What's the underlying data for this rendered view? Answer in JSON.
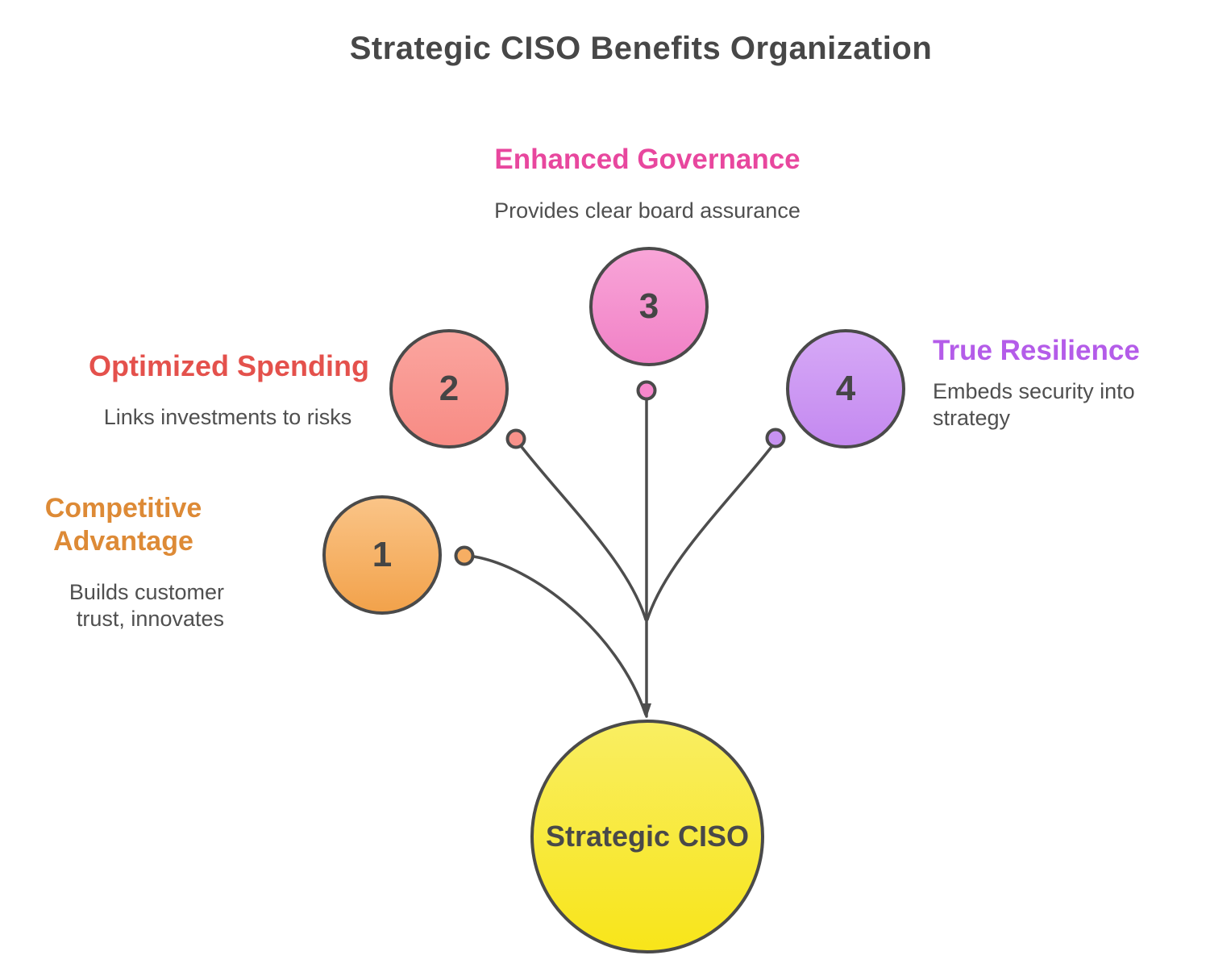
{
  "title": "Strategic CISO Benefits Organization",
  "center_node": {
    "label": "Strategic CISO",
    "fill_top": "#f9ee62",
    "fill_bottom": "#f8e51a"
  },
  "nodes": [
    {
      "number": "1",
      "heading": "Competitive Advantage",
      "description": "Builds customer trust, innovates",
      "accent": "#dd8a36",
      "fill_top": "#fac487",
      "fill_bottom": "#f2a24b",
      "dot_color": "#f6ae63"
    },
    {
      "number": "2",
      "heading": "Optimized Spending",
      "description": "Links investments to risks",
      "accent": "#e4514c",
      "fill_top": "#faa59f",
      "fill_bottom": "#f88b84",
      "dot_color": "#f8918a"
    },
    {
      "number": "3",
      "heading": "Enhanced Governance",
      "description": "Provides clear board assurance",
      "accent": "#e8479e",
      "fill_top": "#f8a5d8",
      "fill_bottom": "#f181c6",
      "dot_color": "#f787cc"
    },
    {
      "number": "4",
      "heading": "True Resilience",
      "description": "Embeds security into strategy",
      "accent": "#b45ce9",
      "fill_top": "#d6a9f6",
      "fill_bottom": "#c489f0",
      "dot_color": "#c792f1"
    }
  ],
  "colors": {
    "circle_stroke": "#4a4a4a",
    "connector_stroke": "#4d4d4d",
    "title_text": "#474747",
    "description_text": "#4f4f4f",
    "number_text": "#454545"
  }
}
